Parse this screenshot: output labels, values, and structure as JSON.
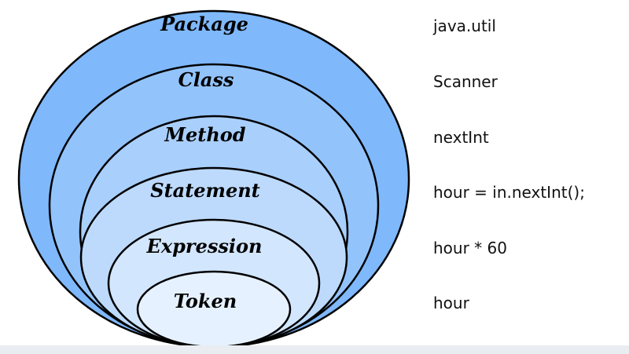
{
  "layers": [
    {
      "name": "Package",
      "example": "java.util",
      "fill": "#7fb8fb"
    },
    {
      "name": "Class",
      "example": "Scanner",
      "fill": "#93c3fb"
    },
    {
      "name": "Method",
      "example": "nextInt",
      "fill": "#a9cffc"
    },
    {
      "name": "Statement",
      "example": "hour = in.nextInt();",
      "fill": "#bddafd"
    },
    {
      "name": "Expression",
      "example": "hour * 60",
      "fill": "#d2e6fe"
    },
    {
      "name": "Token",
      "example": "hour",
      "fill": "#e6f1ff"
    }
  ],
  "colors": {
    "outline": "#000000",
    "background": "#ffffff"
  }
}
